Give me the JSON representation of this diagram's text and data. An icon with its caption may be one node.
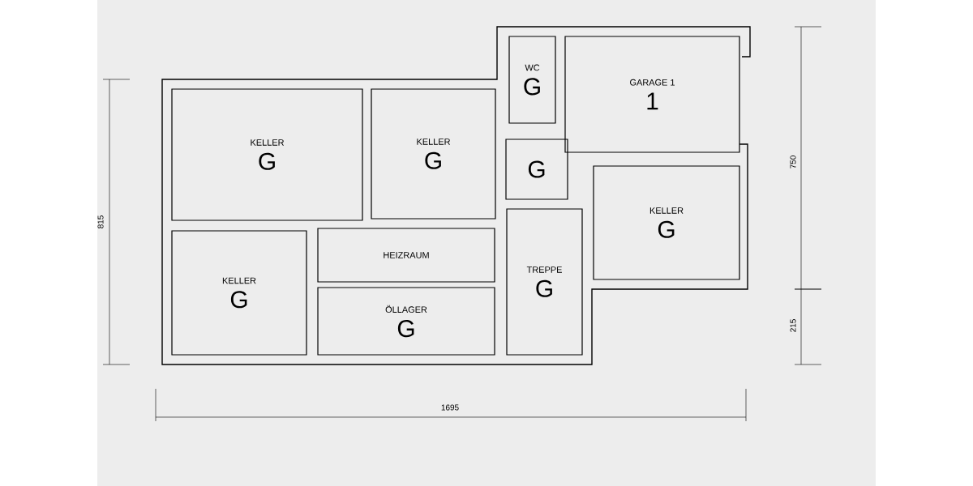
{
  "diagram": {
    "nodes": [
      {
        "text": [
          "KELLER",
          "G"
        ]
      },
      {
        "text": [
          "KELLER",
          "G"
        ]
      },
      {
        "text": [
          "WC",
          "G"
        ]
      },
      {
        "text": [
          "GARAGE 1",
          "1"
        ]
      },
      {
        "text": [
          "G"
        ]
      },
      {
        "text": [
          "KELLER",
          "G"
        ]
      },
      {
        "text": [
          "HEIZRAUM"
        ]
      },
      {
        "text": [
          "KELLER",
          "G"
        ]
      },
      {
        "text": [
          "ÖLLAGER",
          "G"
        ]
      },
      {
        "text": [
          "TREPPE",
          "G"
        ]
      }
    ],
    "labels": [
      "815",
      "750",
      "215",
      "1695"
    ]
  }
}
